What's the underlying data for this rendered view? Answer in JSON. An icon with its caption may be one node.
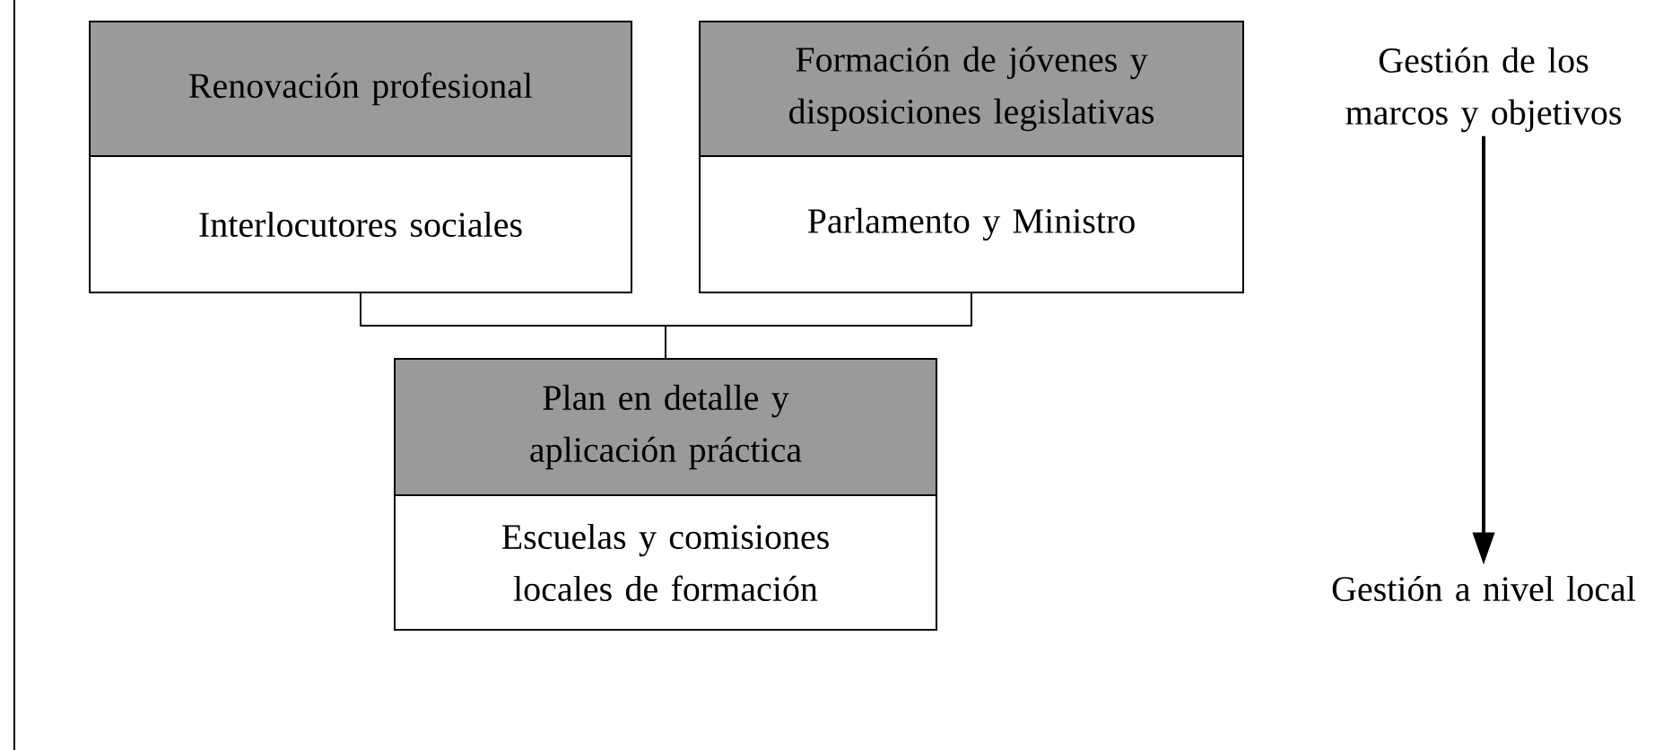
{
  "diagram": {
    "nodes": [
      {
        "text": [
          "Renovación profesional",
          "Interlocutores sociales"
        ]
      },
      {
        "text": [
          "Formación de jóvenes y disposiciones legislativas",
          "Parlamento y Ministro"
        ]
      },
      {
        "text": [
          "Plan en detalle y aplicación práctica",
          "Escuelas y comisiones locales de formación"
        ]
      },
      {
        "text": [
          "Gestión de los marcos y objetivos"
        ]
      },
      {
        "text": [
          "Gestión a nivel local"
        ]
      }
    ],
    "edges": [
      {
        "from": 0,
        "to": 2,
        "arrow": "none"
      },
      {
        "from": 1,
        "to": 2,
        "arrow": "none"
      },
      {
        "from": 3,
        "to": 4,
        "arrow": "to"
      }
    ]
  }
}
